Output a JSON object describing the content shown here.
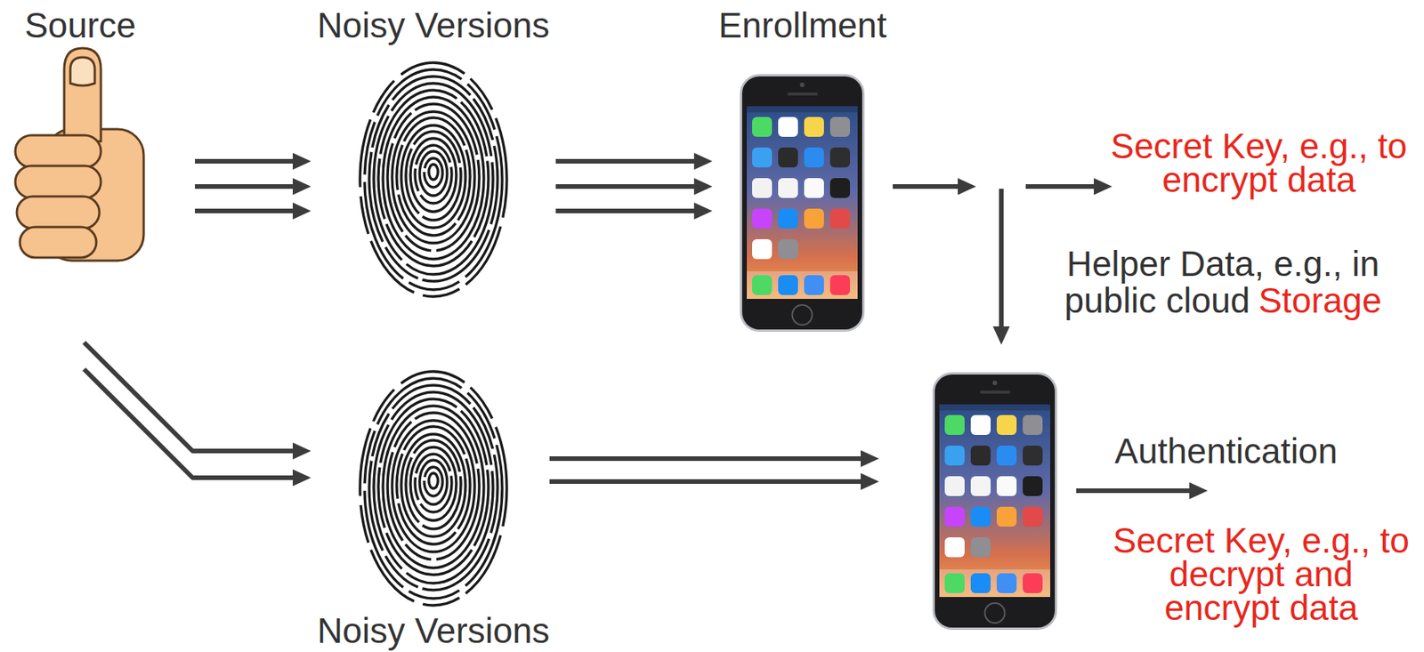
{
  "diagram": {
    "nodes": [
      {
        "text": [
          "Source"
        ]
      },
      {
        "text": [
          "Noisy Versions"
        ]
      },
      {
        "text": [
          "Enrollment"
        ]
      },
      {
        "text": [
          "Noisy Versions"
        ]
      }
    ],
    "edges": [
      {
        "from": 0,
        "to": 1,
        "arrow": "to"
      },
      {
        "from": 1,
        "to": 2,
        "arrow": "to"
      },
      {
        "from": 0,
        "to": 3,
        "arrow": "to"
      }
    ],
    "labels": [
      "Secret Key, e.g., to encrypt data",
      "Helper Data, e.g., in public cloud",
      "Storage",
      "Authentication",
      "Secret Key, e.g., to decrypt and encrypt data"
    ]
  }
}
